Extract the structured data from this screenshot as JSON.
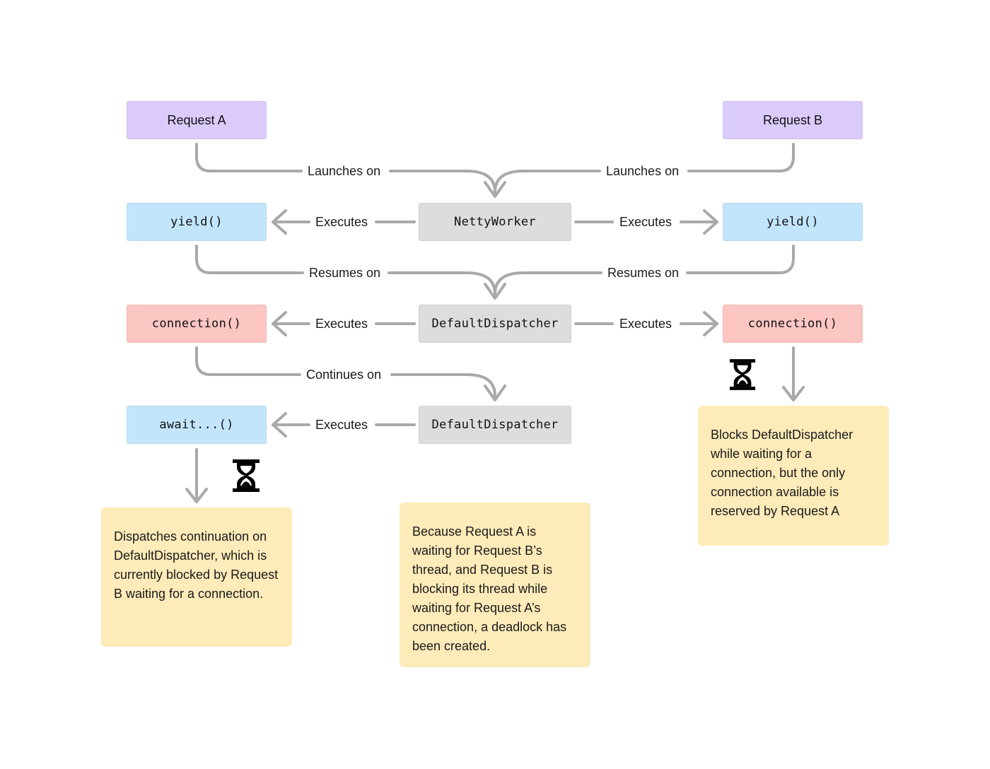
{
  "nodes": {
    "request_a": "Request A",
    "request_b": "Request B",
    "yield_a": "yield()",
    "yield_b": "yield()",
    "netty_worker": "NettyWorker",
    "connection_a": "connection()",
    "connection_b": "connection()",
    "default_dispatcher_1": "DefaultDispatcher",
    "default_dispatcher_2": "DefaultDispatcher",
    "await_a": "await...()"
  },
  "edges": {
    "launches_on_a": "Launches on",
    "launches_on_b": "Launches on",
    "executes_yield_a": "Executes",
    "executes_yield_b": "Executes",
    "resumes_on_a": "Resumes on",
    "resumes_on_b": "Resumes on",
    "executes_connection_a": "Executes",
    "executes_connection_b": "Executes",
    "continues_on_a": "Continues on",
    "executes_await_a": "Executes"
  },
  "notes": {
    "request_a_note": "Dispatches continuation on DefaultDispatcher, which is currently blocked by Request B waiting for a connection.",
    "deadlock_note": "Because Request A is waiting for Request B’s thread, and Request B is blocking its thread while waiting for Request A’s connection, a deadlock has been created.",
    "request_b_note": "Blocks DefaultDispatcher while waiting for a connection, but the only connection available is reserved by Request A"
  },
  "icons": {
    "waiting_a": "hourglass-icon",
    "waiting_b": "hourglass-icon"
  },
  "colors": {
    "request": "#dbcbfb",
    "coroutine_call": "#c2e5fc",
    "connection_call": "#fcc6c3",
    "thread": "#dddddd",
    "note": "#fdebb9",
    "connector": "#a9a9a9"
  }
}
